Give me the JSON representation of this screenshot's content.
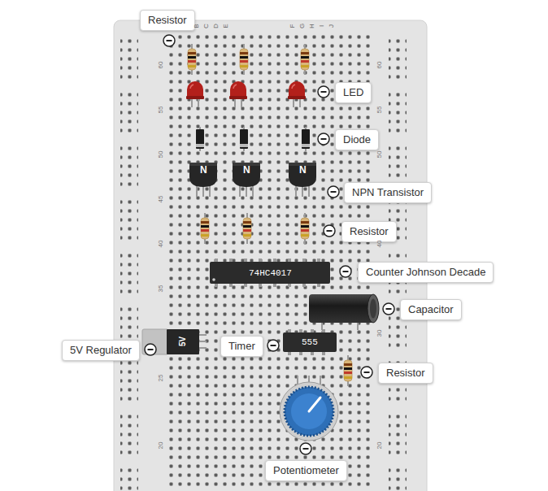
{
  "diagram": {
    "nodes": [
      {
        "text": [
          "Resistor"
        ]
      },
      {
        "text": [
          "LED"
        ]
      },
      {
        "text": [
          "Diode"
        ]
      },
      {
        "text": [
          "NPN Transistor"
        ]
      },
      {
        "text": [
          "Resistor"
        ]
      },
      {
        "text": [
          "Counter Johnson Decade"
        ]
      },
      {
        "text": [
          "Capacitor"
        ]
      },
      {
        "text": [
          "5V Regulator"
        ]
      },
      {
        "text": [
          "Timer"
        ]
      },
      {
        "text": [
          "Resistor"
        ]
      },
      {
        "text": [
          "Potentiometer"
        ]
      }
    ],
    "labels": [
      "B",
      "C",
      "D",
      "E",
      "F",
      "G",
      "H",
      "I",
      "J",
      "60",
      "55",
      "50",
      "45",
      "40",
      "35",
      "25",
      "20",
      "60",
      "55",
      "50",
      "40",
      "30",
      "20",
      "N",
      "N",
      "N",
      "74HC4017",
      "5V",
      "555"
    ]
  }
}
